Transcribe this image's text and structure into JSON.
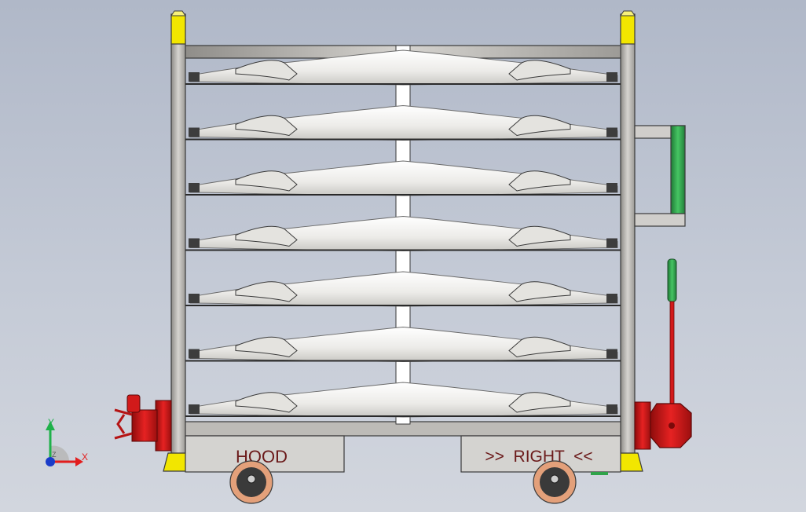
{
  "panels": {
    "left_label": "HOOD",
    "right_label": ">>  RIGHT  <<"
  },
  "triad": {
    "x_label": "X",
    "y_label": "Y",
    "z_label": "Z"
  },
  "shelf_count": 7,
  "colors": {
    "background_top": "#b0b8c8",
    "background_bottom": "#d2d6de",
    "frame": "#b9b7b3",
    "frame_edge": "#3a3a3a",
    "post_cap": "#f2e600",
    "handle_green": "#2fa34a",
    "hitch_red": "#d21a1a",
    "part_white": "#f1f0ee",
    "label_text": "#6b1a1a",
    "wheel_tread": "#e3a07a"
  },
  "icons": {
    "triad": "coordinate-triad-icon",
    "wheel": "caster-wheel-icon",
    "hitch": "tow-hitch-icon",
    "handle": "push-handle-icon"
  }
}
